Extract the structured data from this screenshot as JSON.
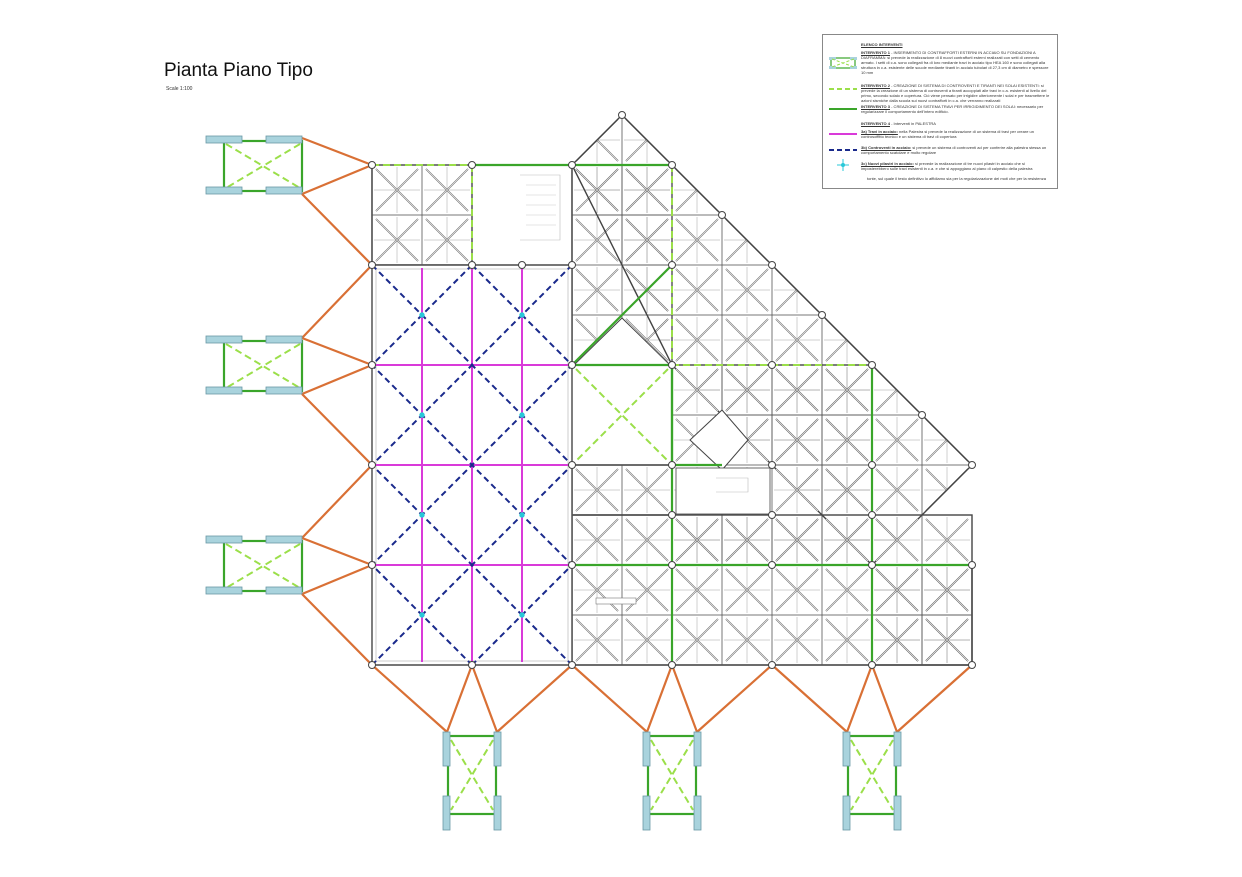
{
  "header": {
    "title": "Pianta Piano Tipo",
    "scale": "Scale 1:100"
  },
  "legend": {
    "heading": "ELENCO INTERVENTI",
    "items": [
      {
        "title": "INTERVENTO 1",
        "text": "- INSERIMENTO DI CONTRAFFORTI ESTERNI IN ACCIAIO SU FONDAZIONI A DIAFRAMMA: si prevede la realizzazione di 8 nuovi contrafforti esterni realizzati con setti di cemento armato. I setti di c.a. sono collegati fra di loro mediante travi in acciaio tipo HEA 160 e sono collegati alla struttura in c.a. esistente delle scuole mediante tiranti in acciaio tubolari di 27,3 cm di diametro e spessore 10 mm"
      },
      {
        "title": "INTERVENTO 2",
        "text": "- CREAZIONE DI SISTEMA DI CONTROVENTI E TIRANTI NEI SOLAI ESISTENTI: si prevede la creazione di un sistema di controventi a tiranti accoppiati alle travi in c.a. esistenti al livello del primo, secondo solaio e copertura. Ciò viene pensato per irrigidire ulteriormente i solai e per trasmettere le azioni sismiche dalla scuola sui nuovi contrafforti in c.a. che verranno realizzati"
      },
      {
        "title": "INTERVENTO 3",
        "text": "- CREAZIONE DI SISTEMA TRAVI PER IRRIGIDIMENTO DEI SOLAI: necessario per regolarizzare il comportamento dell'intero edificio."
      },
      {
        "title": "INTERVENTO 4",
        "text": "- Interventi in PALESTRA"
      },
      {
        "title": "3a) Travi in acciaio:",
        "text": "nella Palestra si prevede la realizzazione di un sistema di travi per creare un controsoffitto tecnico e un sistema di travi di copertura"
      },
      {
        "title": "3b) Controventi in acciaio:",
        "text": "si prevede un sistema di controventi ad per conferire alla palestra stessa un comportamento scatolare e molto regolare"
      },
      {
        "title": "3c) Nuovi pilastri in acciaio:",
        "text": "si prevede la realizzazione di tre nuovi pilastri in acciaio che si imposterebbero sulle travi esistenti in c.a. e che si appoggiano al piano di calpestio della palestra"
      },
      {
        "title": "",
        "text": "tonte, sul quale il testo definitivo lo affidiamo sia per la regolarizzazione dei moti che per la resistenza"
      }
    ]
  },
  "colors": {
    "contrafforti": "#d97035",
    "controventi_nuovi": "#9bdf4a",
    "travi_irrigidimento": "#3aa52a",
    "travi_palestra": "#d93ad9",
    "controventi_palestra": "#1a2a8c",
    "pilastri_palestra": "#28c8d8",
    "setti_ca": "#a9d3dd",
    "struttura_esistente": "#555555"
  }
}
